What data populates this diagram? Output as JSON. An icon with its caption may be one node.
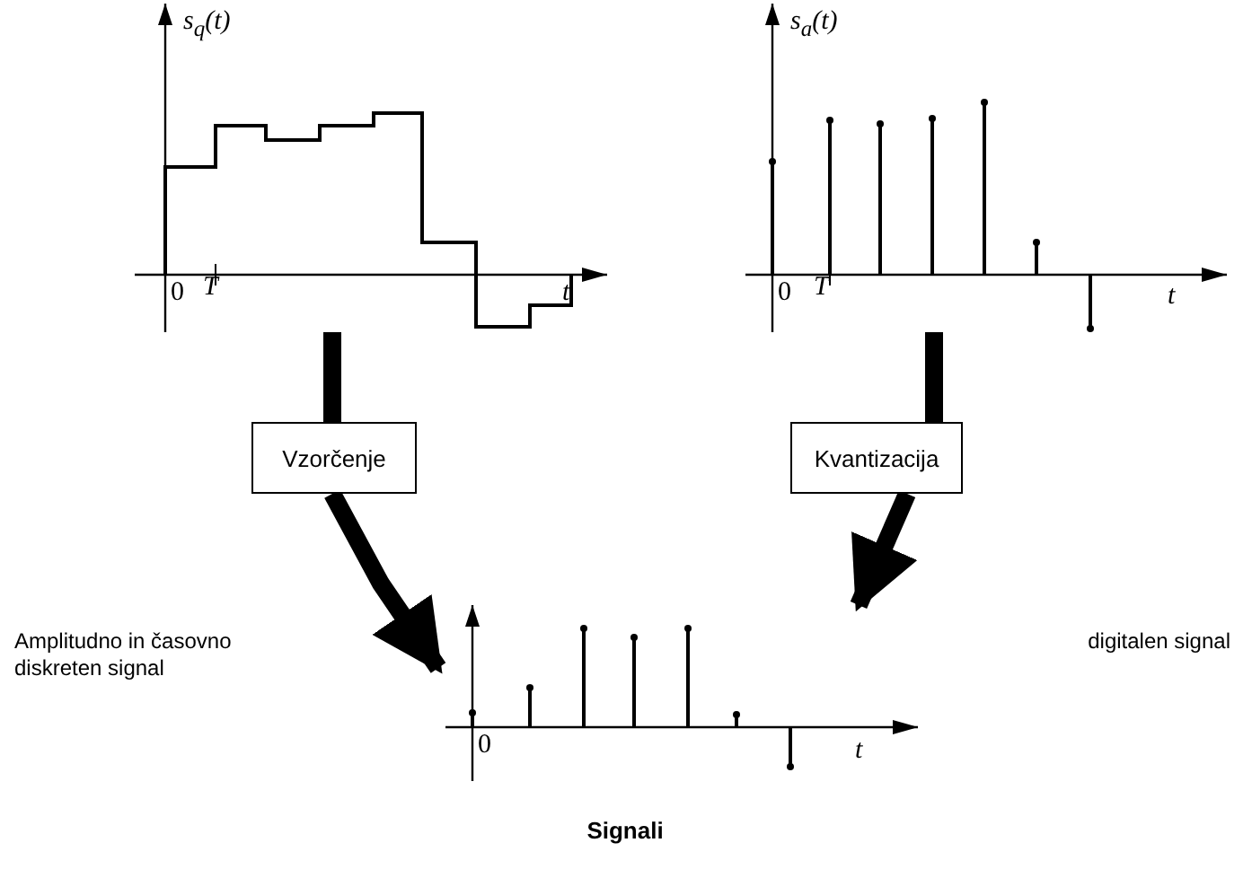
{
  "diagram": {
    "caption": "Signali",
    "nodes": [
      {
        "text": [
          "s$_{q}$(t)",
          "0",
          "T",
          "t"
        ]
      },
      {
        "text": [
          "s$_{a}$(t)",
          "0",
          "T",
          "t"
        ]
      },
      {
        "text": [
          "Vzorčenje"
        ]
      },
      {
        "text": [
          "Kvantizacija"
        ]
      },
      {
        "text": [
          "0",
          "t"
        ]
      }
    ],
    "edges": [
      {
        "from": 0,
        "to": 2,
        "arrow": "none"
      },
      {
        "from": 2,
        "to": 4,
        "arrow": "to"
      },
      {
        "from": 1,
        "to": 3,
        "arrow": "none"
      },
      {
        "from": 3,
        "to": 4,
        "arrow": "to"
      }
    ],
    "labels": [
      "Amplitudno in časovno diskreten signal",
      "digitalen signal"
    ]
  }
}
